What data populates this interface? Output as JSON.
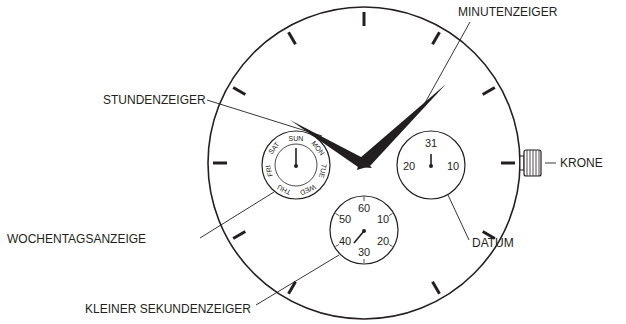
{
  "diagram": {
    "labels": [
      "MINUTENZEIGER",
      "STUNDENZEIGER",
      "KRONE",
      "WOCHENTAGSANZEIGE",
      "DATUM",
      "KLEINER SEKUNDENZEIGER",
      "31",
      "10",
      "20",
      "60",
      "10",
      "20",
      "30",
      "40",
      "50",
      "SAT",
      "SUN",
      "MON",
      "TUE",
      "WED",
      "THU",
      "FRI"
    ]
  }
}
